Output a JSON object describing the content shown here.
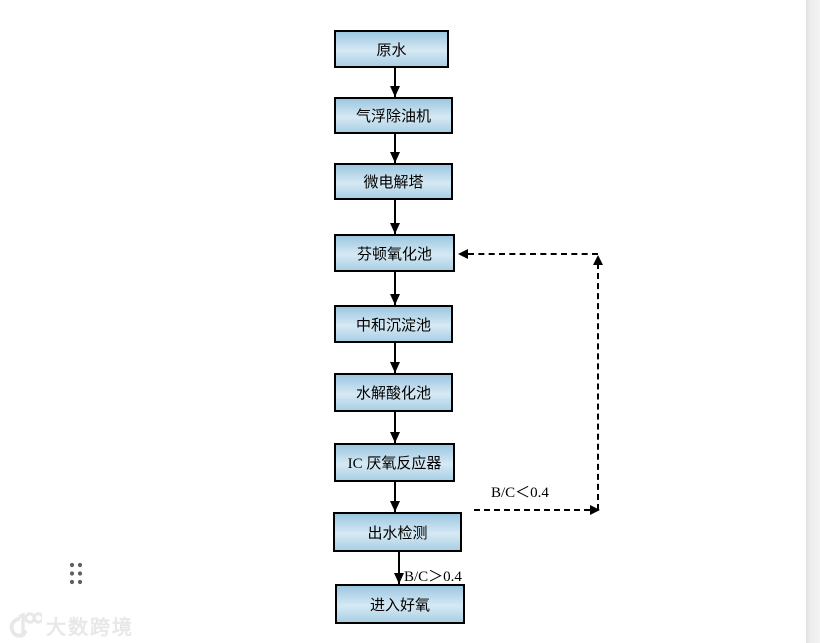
{
  "flowchart": {
    "nodes": [
      {
        "label": "原水"
      },
      {
        "label": "气浮除油机"
      },
      {
        "label": "微电解塔"
      },
      {
        "label": "芬顿氧化池"
      },
      {
        "label": "中和沉淀池"
      },
      {
        "label": "水解酸化池"
      },
      {
        "label": "IC 厌氧反应器"
      },
      {
        "label": "出水检测"
      },
      {
        "label": "进入好氧"
      }
    ],
    "annotations": {
      "recycle_label": "B/C＜0.4",
      "forward_label": "B/C＞0.4"
    },
    "style": {
      "box_fill_top": "#9cc7e0",
      "box_fill_middle": "#d6e9f4",
      "box_fill_bottom": "#a9cfe4",
      "box_border_color": "#000000",
      "connector_color": "#000000"
    }
  },
  "icons": {
    "drag_handle": "six-dot-grid-icon",
    "watermark_logo": "100-logo-icon"
  },
  "watermark": {
    "text": "大数跨境",
    "color": "#e8e8e8"
  },
  "page": {
    "background": "#ffffff",
    "edge_strip_color": "#ececec"
  }
}
